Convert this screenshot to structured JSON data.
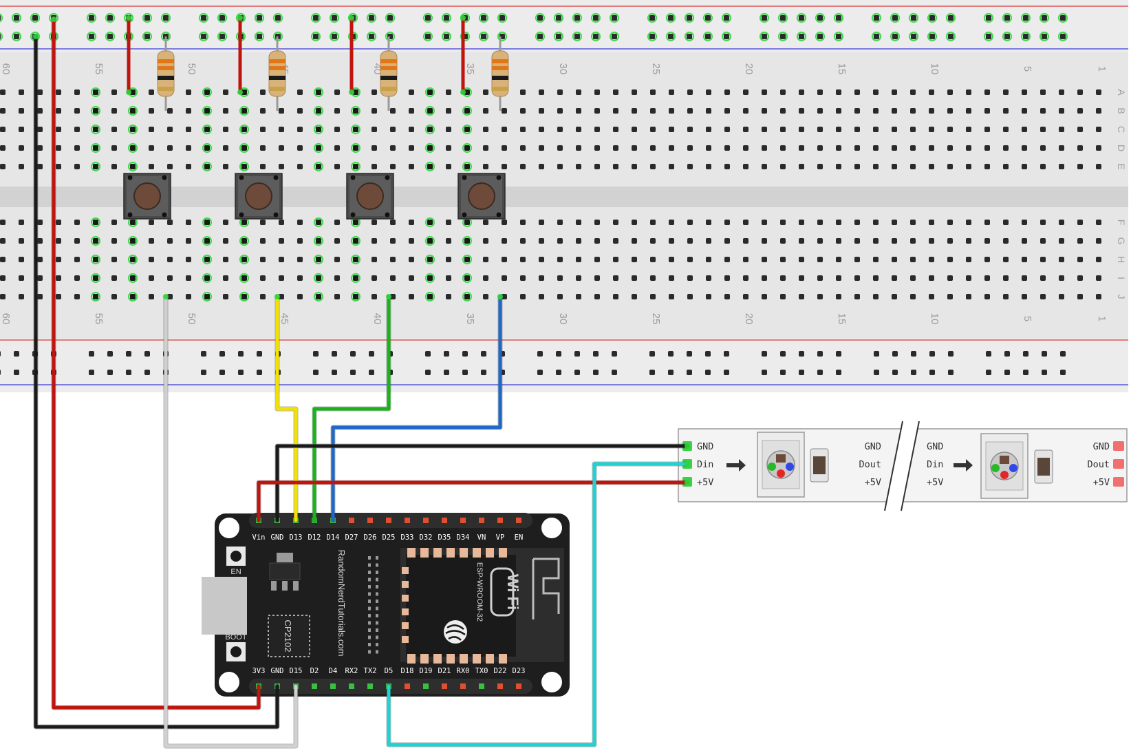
{
  "breadboard": {
    "column_numbers": [
      "60",
      "55",
      "50",
      "45",
      "40",
      "35",
      "30",
      "25",
      "20",
      "15",
      "10",
      "5",
      "1"
    ],
    "row_letters_top": [
      "A",
      "B",
      "C",
      "D",
      "E"
    ],
    "row_letters_bottom": [
      "F",
      "G",
      "H",
      "I",
      "J"
    ]
  },
  "esp32": {
    "top_pins": [
      "Vin",
      "GND",
      "D13",
      "D12",
      "D14",
      "D27",
      "D26",
      "D25",
      "D33",
      "D32",
      "D35",
      "D34",
      "VN",
      "VP",
      "EN"
    ],
    "bottom_pins": [
      "3V3",
      "GND",
      "D15",
      "D2",
      "D4",
      "RX2",
      "TX2",
      "D5",
      "D18",
      "D19",
      "D21",
      "RX0",
      "TX0",
      "D22",
      "D23"
    ],
    "en_button_label": "EN",
    "boot_button_label": "BOOT",
    "chip_label": "CP2102",
    "site_label": "RandomNerdTutorials.com",
    "module_label": "ESP-WROOM-32",
    "wifi_label": "Wi Fi"
  },
  "led_strip": {
    "left_pins": [
      "GND",
      "Din",
      "+5V"
    ],
    "seg1_right": [
      "GND",
      "Dout",
      "+5V"
    ],
    "seg2_left": [
      "GND",
      "Din",
      "+5V"
    ],
    "seg2_right": [
      "GND",
      "Dout",
      "+5V"
    ]
  },
  "colors": {
    "wire_red": "#c0140f",
    "wire_black": "#1a1a1a",
    "wire_yellow": "#f2e200",
    "wire_green": "#19b41c",
    "wire_blue": "#2068c8",
    "wire_cyan": "#1fd3d3",
    "wire_white": "#d0d0d0",
    "hole_highlight": "#29c734"
  }
}
